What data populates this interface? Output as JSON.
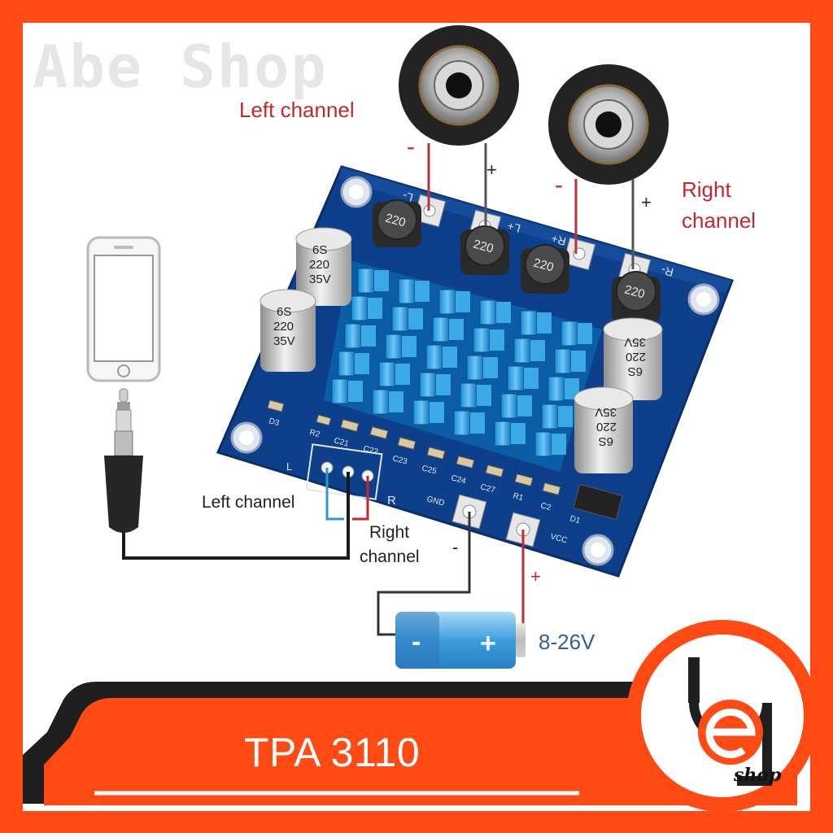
{
  "brand": {
    "watermark": "Abe Shop",
    "logo_text": "shop",
    "accent": "#ff4a14",
    "dark": "#1f1f1f"
  },
  "product": {
    "title": "TPA 3110"
  },
  "labels": {
    "left_channel_top": "Left channel",
    "right_channel_top_line1": "Right",
    "right_channel_top_line2": "channel",
    "left_channel_input": "Left channel",
    "right_channel_input_line1": "Right",
    "right_channel_input_line2": "channel",
    "voltage": "8-26V",
    "minus": "-",
    "plus": "+"
  },
  "board": {
    "cap_label": [
      "6S",
      "220",
      "35V"
    ],
    "inductor_label": "220",
    "pins_top": [
      "L-",
      "L+",
      "R+",
      "R-"
    ],
    "pins_power": [
      "GND",
      "VCC"
    ],
    "silkscreen": [
      "D3",
      "R2",
      "C21",
      "C22",
      "C23",
      "C25",
      "C24",
      "C27",
      "R1",
      "C2",
      "D1",
      "L",
      "R"
    ]
  },
  "icons": [
    "smartphone-icon",
    "audio-jack-icon",
    "speaker-icon",
    "battery-icon",
    "heatsink-icon",
    "logo-icon"
  ]
}
